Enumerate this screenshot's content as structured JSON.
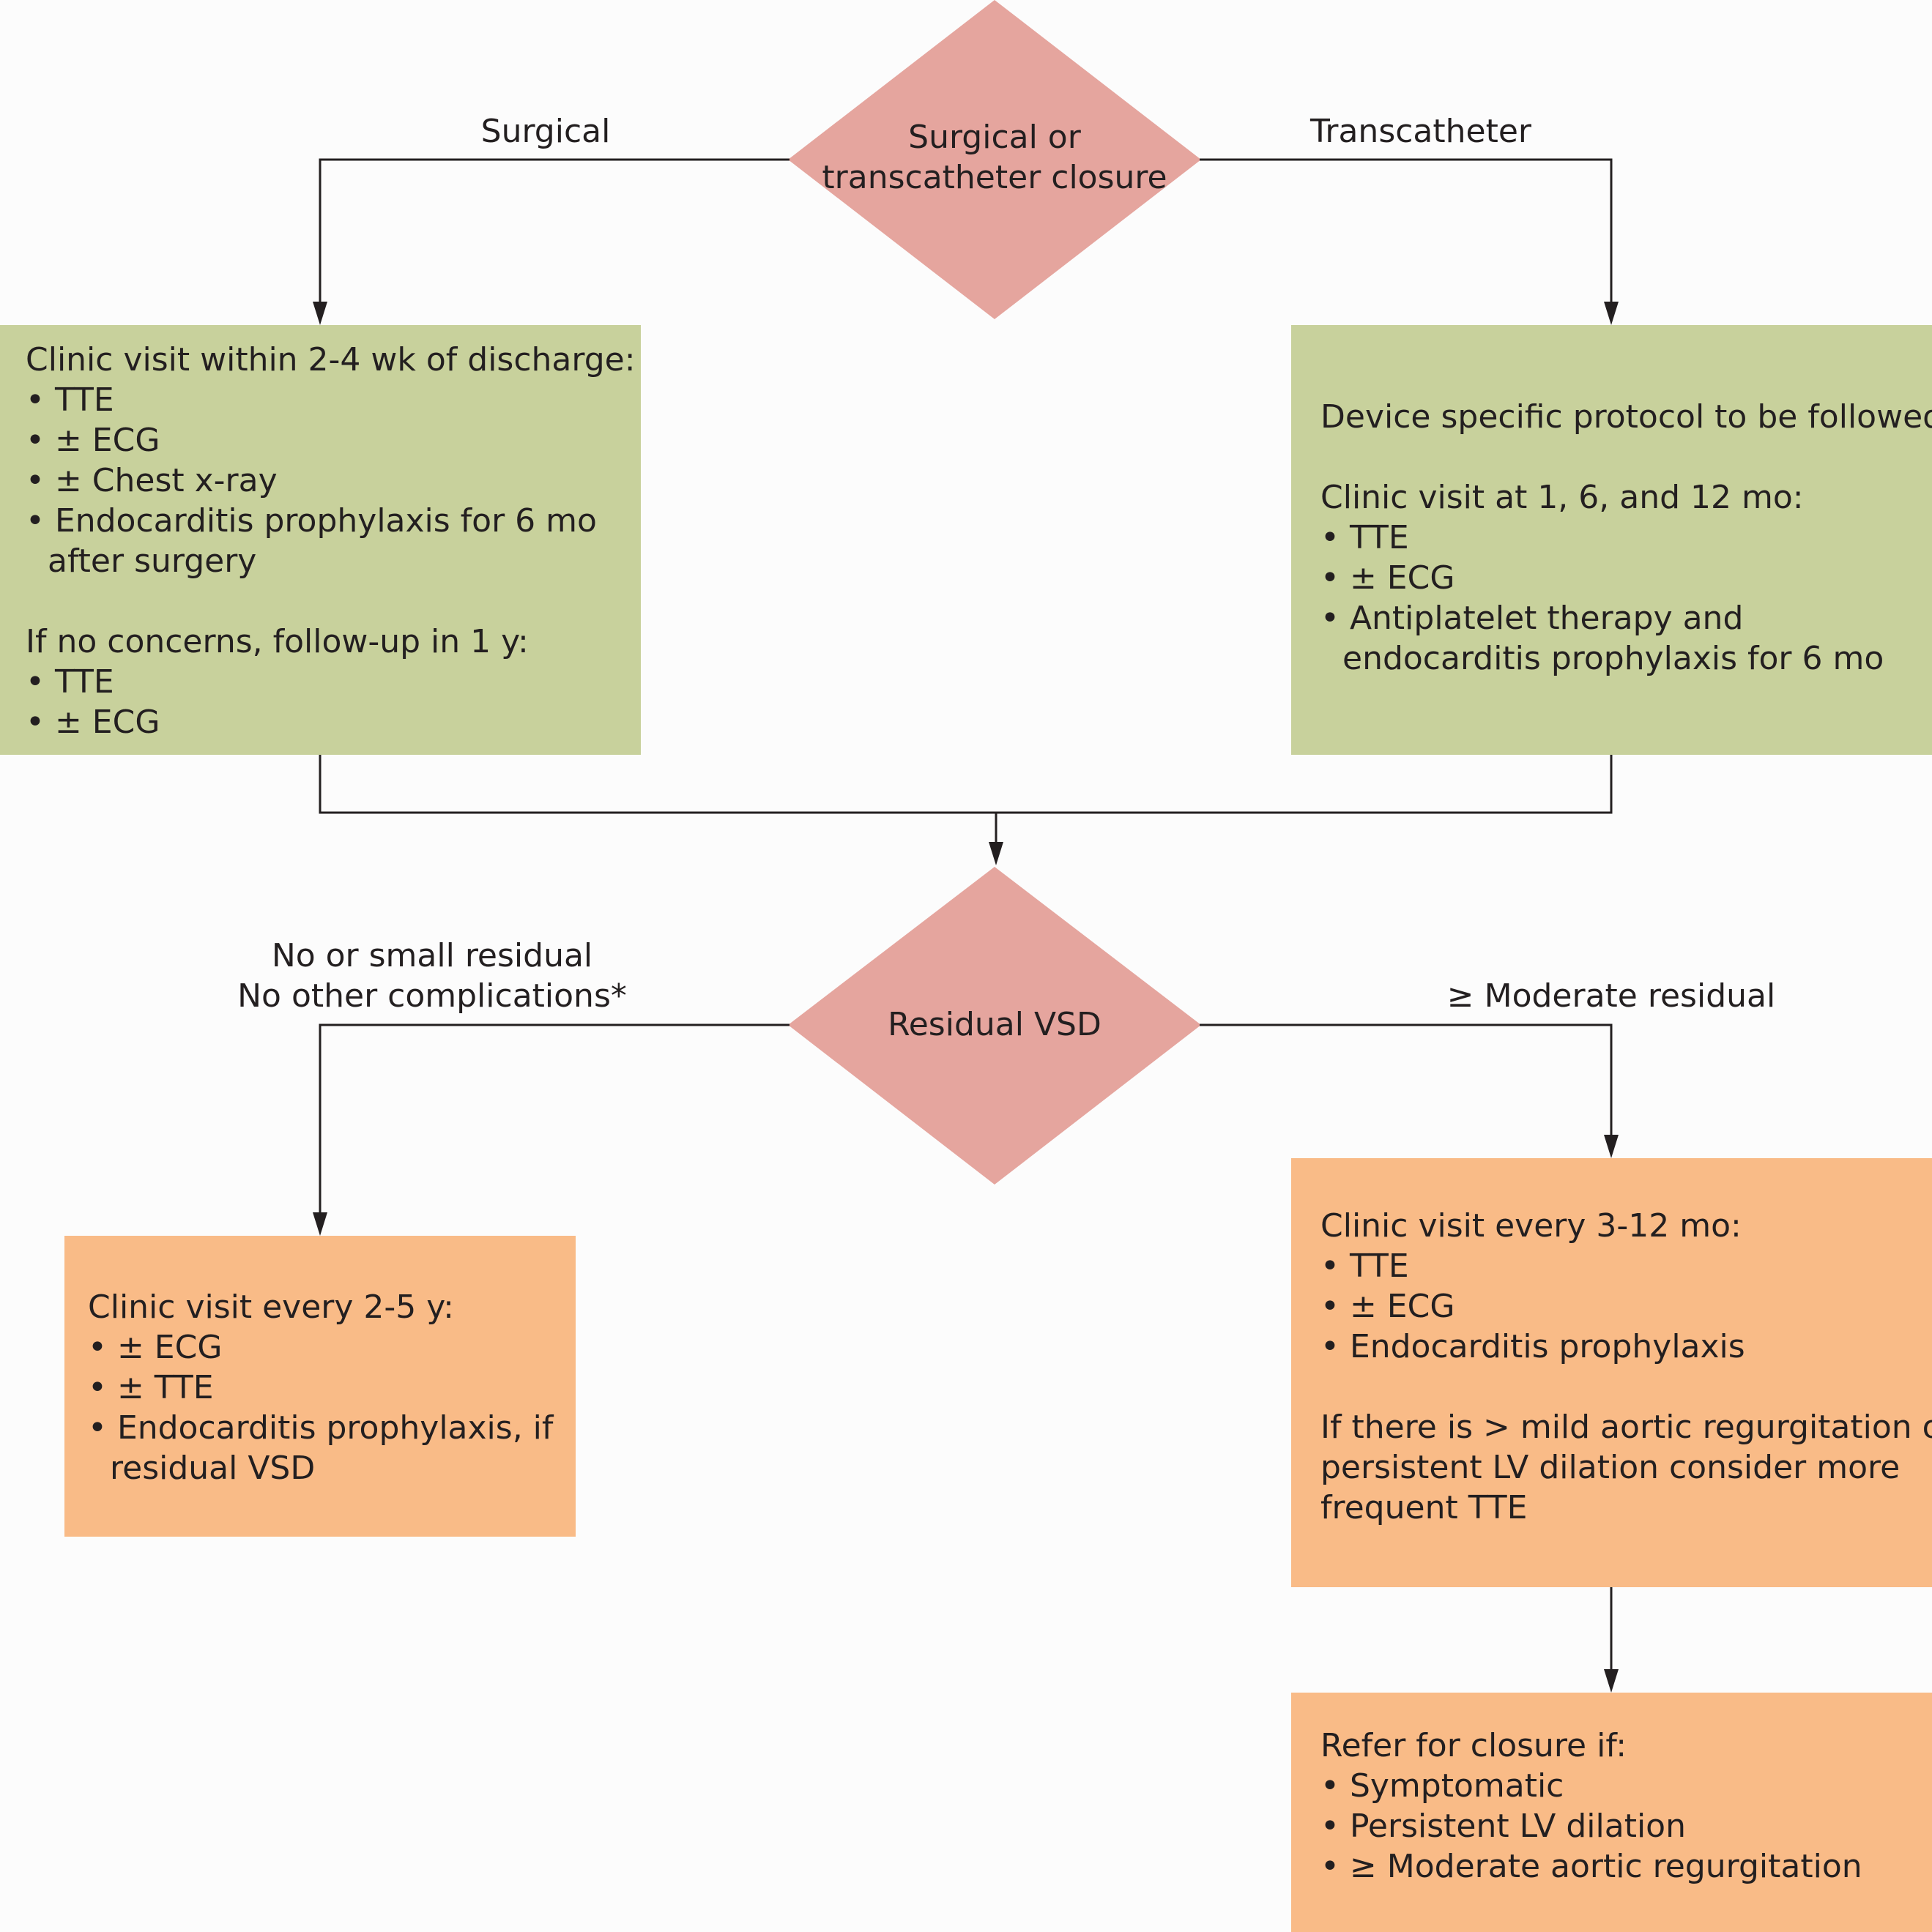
{
  "colors": {
    "decision": "#e5a59e",
    "green_box": "#c8d19c",
    "orange_box": "#f9bb87",
    "line": "#231f20"
  },
  "decision1": {
    "text": "Surgical or\ntranscatheter closure"
  },
  "branch_labels": {
    "surgical": "Surgical",
    "transcatheter": "Transcatheter",
    "small_residual": "No or small residual\nNo other complications*",
    "moderate_residual": "≥ Moderate residual"
  },
  "decision2": {
    "text": "Residual VSD"
  },
  "boxes": {
    "surgical_followup": {
      "lines": [
        "Clinic visit within 2-4 wk of discharge:",
        "• TTE",
        "• ± ECG",
        "• ± Chest x-ray",
        "• Endocarditis prophylaxis for 6 mo after surgery",
        "",
        "If no concerns, follow-up in 1 y:",
        "• TTE",
        "• ± ECG"
      ]
    },
    "transcatheter_followup": {
      "lines": [
        "Device specific protocol to be followed",
        "",
        "Clinic visit at 1, 6, and 12 mo:",
        "• TTE",
        "• ± ECG",
        "• Antiplatelet therapy and endocarditis prophylaxis for 6 mo"
      ]
    },
    "small_residual_care": {
      "lines": [
        "Clinic visit every 2-5 y:",
        "• ± ECG",
        "• ± TTE",
        "• Endocarditis prophylaxis, if residual VSD"
      ]
    },
    "moderate_residual_care": {
      "lines": [
        "Clinic visit every 3-12 mo:",
        "• TTE",
        "• ± ECG",
        "• Endocarditis prophylaxis",
        "",
        "If there is > mild aortic regurgitation or",
        "persistent LV dilation consider more",
        "frequent TTE"
      ]
    },
    "refer_closure": {
      "lines": [
        "Refer for closure if:",
        "• Symptomatic",
        "• Persistent LV dilation",
        "• ≥ Moderate aortic regurgitation"
      ]
    }
  }
}
